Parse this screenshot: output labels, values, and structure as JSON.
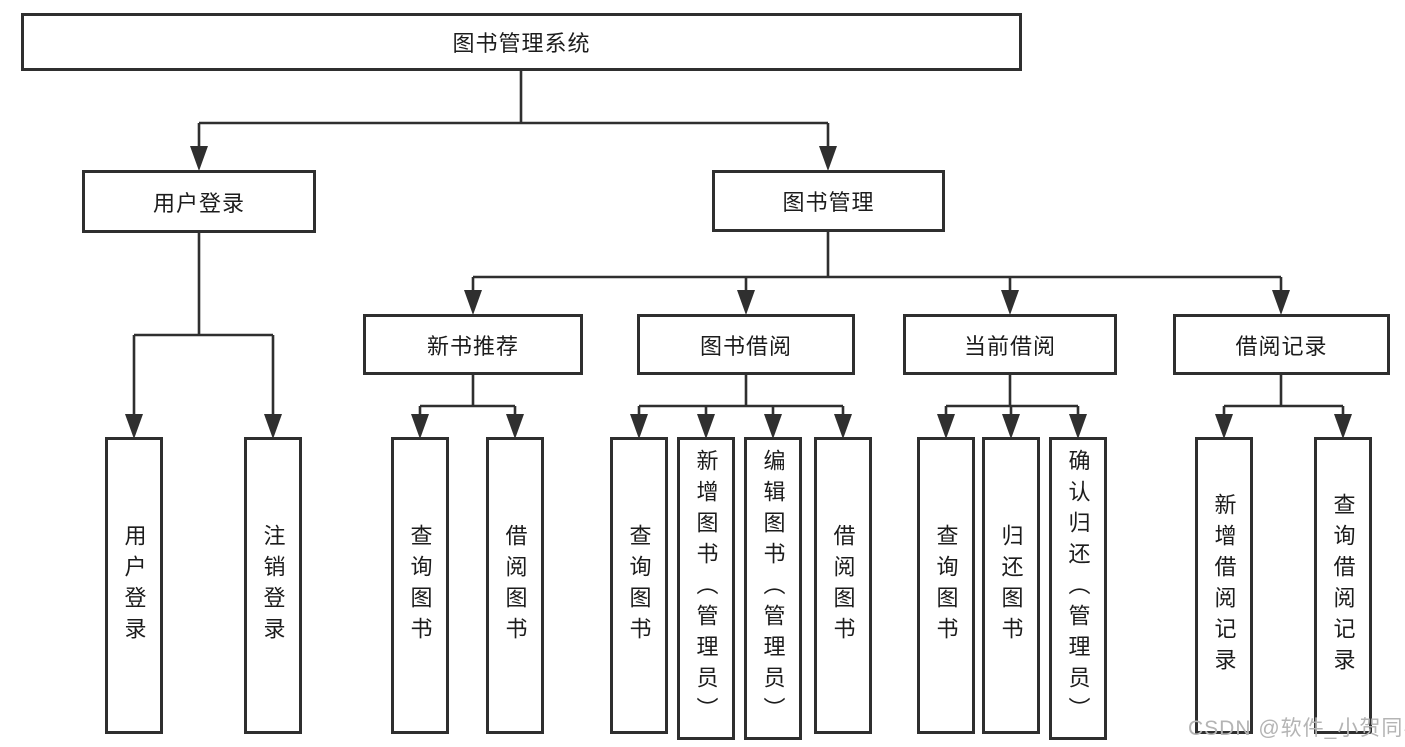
{
  "diagram": {
    "type": "hierarchy-tree",
    "tree": {
      "label": "图书管理系统",
      "children": [
        {
          "label": "用户登录",
          "children": [
            {
              "label": "用户登录"
            },
            {
              "label": "注销登录"
            }
          ]
        },
        {
          "label": "图书管理",
          "children": [
            {
              "label": "新书推荐",
              "children": [
                {
                  "label": "查询图书"
                },
                {
                  "label": "借阅图书"
                }
              ]
            },
            {
              "label": "图书借阅",
              "children": [
                {
                  "label": "查询图书"
                },
                {
                  "label": "新增图书（管理员）"
                },
                {
                  "label": "编辑图书（管理员）"
                },
                {
                  "label": "借阅图书"
                }
              ]
            },
            {
              "label": "当前借阅",
              "children": [
                {
                  "label": "查询图书"
                },
                {
                  "label": "归还图书"
                },
                {
                  "label": "确认归还（管理员）"
                }
              ]
            },
            {
              "label": "借阅记录",
              "children": [
                {
                  "label": "新增借阅记录"
                },
                {
                  "label": "查询借阅记录"
                }
              ]
            }
          ]
        }
      ]
    },
    "colors": {
      "line": "#2f2f2f",
      "text": "#1c1c1c",
      "box_fill": "#ffffff",
      "watermark": "#b4b4b4"
    }
  },
  "watermark": "CSDN @软件_小贺同学"
}
